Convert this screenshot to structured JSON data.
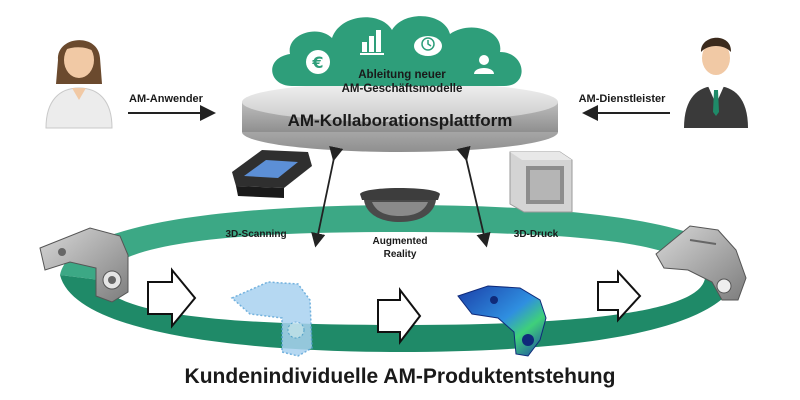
{
  "cloud": {
    "line1": "Ableitung neuer",
    "line2": "AM-Geschäftsmodelle",
    "icons": [
      "euro-icon",
      "bar-chart-icon",
      "clock-icon",
      "user-icon"
    ],
    "color": "#2e9e7a"
  },
  "platform": {
    "title": "AM-Kollaborationsplattform"
  },
  "actors": {
    "left_label": "AM-Anwender",
    "right_label": "AM-Dienstleister"
  },
  "tools": {
    "scanning": "3D-Scanning",
    "ar_line1": "Augmented",
    "ar_line2": "Reality",
    "printing": "3D-Druck"
  },
  "process": {
    "title": "Kundenindividuelle AM-Produktentstehung",
    "ring_color": "#279e78"
  }
}
